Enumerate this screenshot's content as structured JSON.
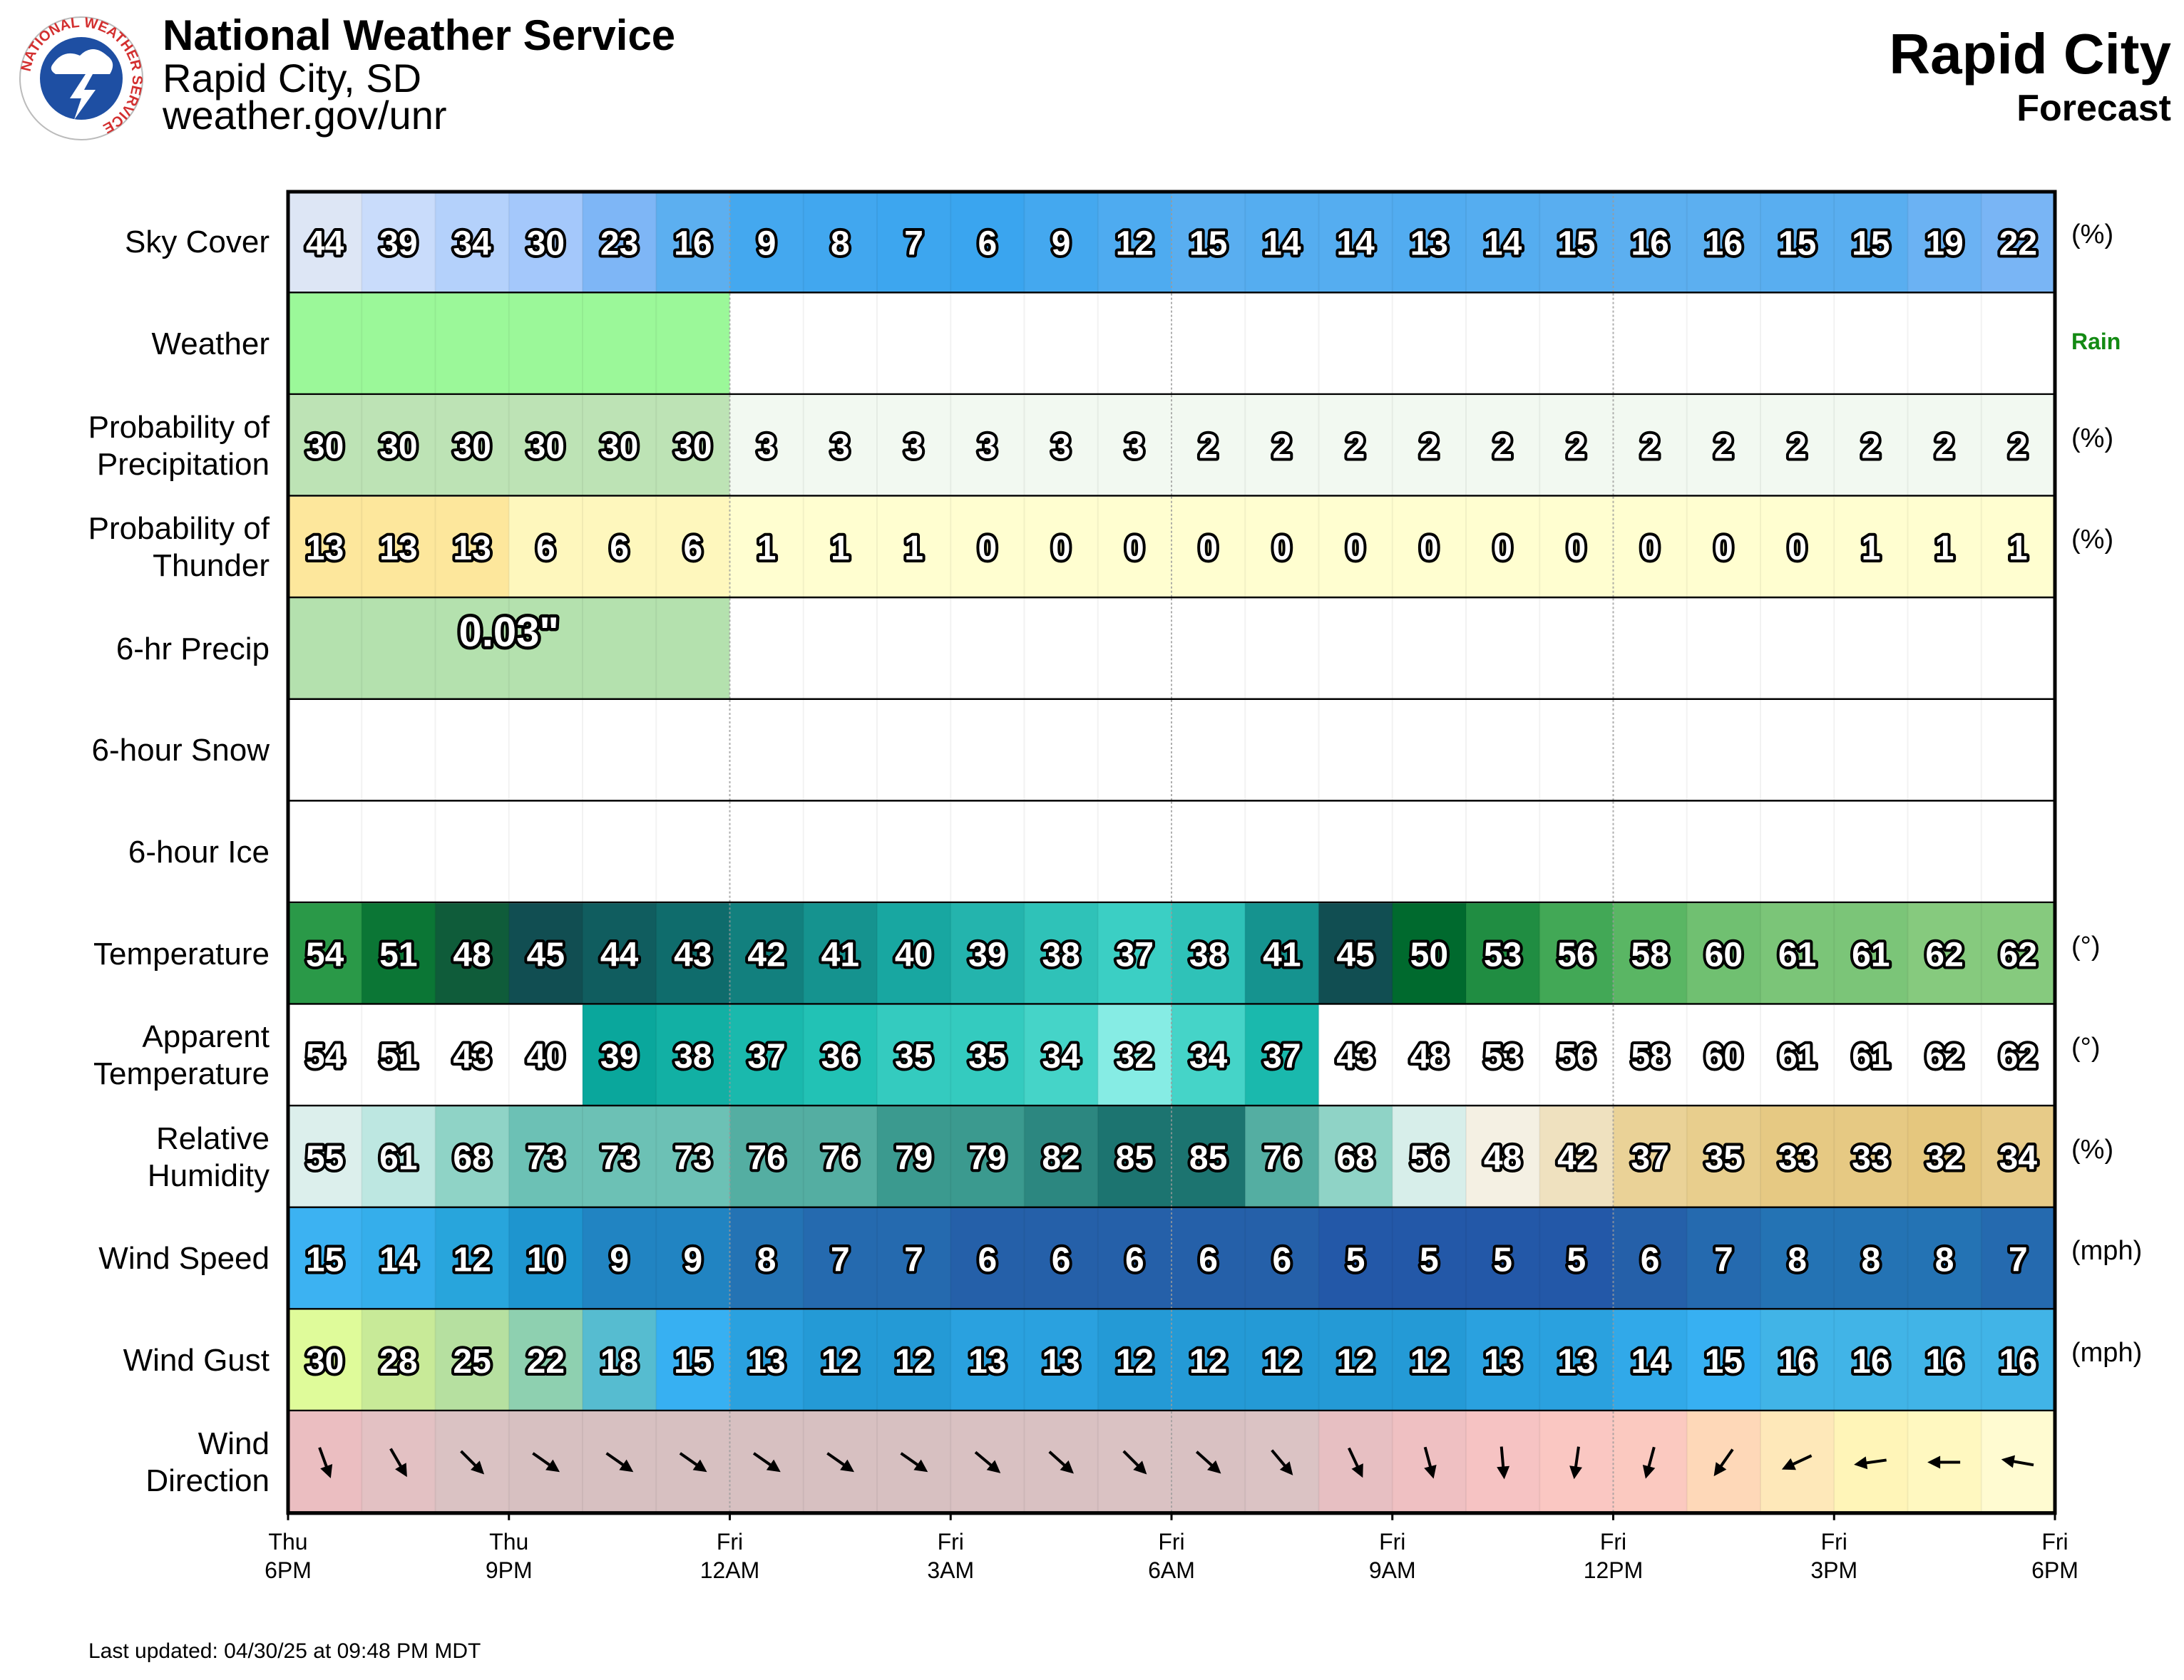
{
  "header": {
    "office": "National Weather Service",
    "location": "Rapid City, SD",
    "url": "weather.gov/unr",
    "forecast_title": "Rapid City",
    "forecast_subtitle": "Forecast",
    "logo_text": "NATIONAL WEATHER SERVICE"
  },
  "footer": {
    "last_updated": "Last updated: 04/30/25 at 09:48 PM MDT"
  },
  "chart_data": {
    "type": "table",
    "time_labels": [
      {
        "day": "Thu",
        "time": "6PM"
      },
      {
        "day": "Thu",
        "time": "9PM"
      },
      {
        "day": "Fri",
        "time": "12AM"
      },
      {
        "day": "Fri",
        "time": "3AM"
      },
      {
        "day": "Fri",
        "time": "6AM"
      },
      {
        "day": "Fri",
        "time": "9AM"
      },
      {
        "day": "Fri",
        "time": "12PM"
      },
      {
        "day": "Fri",
        "time": "3PM"
      },
      {
        "day": "Fri",
        "time": "6PM"
      }
    ],
    "rows": [
      {
        "key": "sky",
        "label": [
          "Sky Cover"
        ],
        "unit": "(%)",
        "values": [
          44,
          39,
          34,
          30,
          23,
          16,
          9,
          8,
          7,
          6,
          9,
          12,
          15,
          14,
          14,
          13,
          14,
          15,
          16,
          16,
          15,
          15,
          19,
          22
        ]
      },
      {
        "key": "weather",
        "label": [
          "Weather"
        ],
        "weather_label": "Rain",
        "rain_hours": 6
      },
      {
        "key": "pop",
        "label": [
          "Probability of",
          "Precipitation"
        ],
        "unit": "(%)",
        "values": [
          30,
          30,
          30,
          30,
          30,
          30,
          3,
          3,
          3,
          3,
          3,
          3,
          2,
          2,
          2,
          2,
          2,
          2,
          2,
          2,
          2,
          2,
          2,
          2
        ]
      },
      {
        "key": "thunder",
        "label": [
          "Probability of",
          "Thunder"
        ],
        "unit": "(%)",
        "values": [
          13,
          13,
          13,
          6,
          6,
          6,
          1,
          1,
          1,
          0,
          0,
          0,
          0,
          0,
          0,
          0,
          0,
          0,
          0,
          0,
          0,
          1,
          1,
          1
        ]
      },
      {
        "key": "qpf",
        "label": [
          "6-hr Precip"
        ],
        "blocks": [
          {
            "start_hour": 0,
            "hours": 6,
            "value": "0.03\""
          }
        ]
      },
      {
        "key": "snow",
        "label": [
          "6-hour Snow"
        ]
      },
      {
        "key": "ice",
        "label": [
          "6-hour Ice"
        ]
      },
      {
        "key": "temp",
        "label": [
          "Temperature"
        ],
        "unit": "(°)",
        "values": [
          54,
          51,
          48,
          45,
          44,
          43,
          42,
          41,
          40,
          39,
          38,
          37,
          38,
          41,
          45,
          50,
          53,
          56,
          58,
          60,
          61,
          61,
          62,
          62
        ]
      },
      {
        "key": "apparent",
        "label": [
          "Apparent",
          "Temperature"
        ],
        "unit": "(°)",
        "values": [
          54,
          51,
          43,
          40,
          39,
          38,
          37,
          36,
          35,
          35,
          34,
          32,
          34,
          37,
          43,
          48,
          53,
          56,
          58,
          60,
          61,
          61,
          62,
          62
        ]
      },
      {
        "key": "rh",
        "label": [
          "Relative",
          "Humidity"
        ],
        "unit": "(%)",
        "values": [
          55,
          61,
          68,
          73,
          73,
          73,
          76,
          76,
          79,
          79,
          82,
          85,
          85,
          76,
          68,
          56,
          48,
          42,
          37,
          35,
          33,
          33,
          32,
          34
        ]
      },
      {
        "key": "wind",
        "label": [
          "Wind Speed"
        ],
        "unit": "(mph)",
        "values": [
          15,
          14,
          12,
          10,
          9,
          9,
          8,
          7,
          7,
          6,
          6,
          6,
          6,
          6,
          5,
          5,
          5,
          5,
          6,
          7,
          8,
          8,
          8,
          7
        ]
      },
      {
        "key": "gust",
        "label": [
          "Wind Gust"
        ],
        "unit": "(mph)",
        "values": [
          30,
          28,
          25,
          22,
          18,
          15,
          13,
          12,
          12,
          13,
          13,
          12,
          12,
          12,
          12,
          12,
          13,
          13,
          14,
          15,
          16,
          16,
          16,
          16
        ]
      },
      {
        "key": "dir",
        "label": [
          "Wind",
          "Direction"
        ],
        "directions_deg": [
          340,
          330,
          315,
          305,
          305,
          305,
          305,
          305,
          305,
          310,
          312,
          315,
          312,
          320,
          335,
          345,
          355,
          8,
          15,
          35,
          65,
          82,
          90,
          100
        ]
      }
    ]
  }
}
